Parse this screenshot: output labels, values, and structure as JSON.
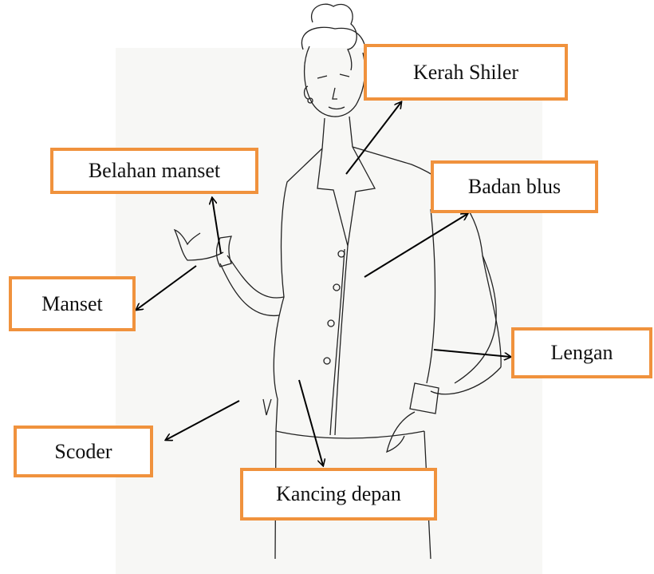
{
  "labels": {
    "kerah_shiler": "Kerah Shiler",
    "belahan_manset": "Belahan manset",
    "badan_blus": "Badan blus",
    "manset": "Manset",
    "lengan": "Lengan",
    "scoder": "Scoder",
    "kancing_depan": "Kancing depan"
  },
  "colors": {
    "label_border": "#f0923d",
    "line": "#222222",
    "arrow": "#000000"
  }
}
